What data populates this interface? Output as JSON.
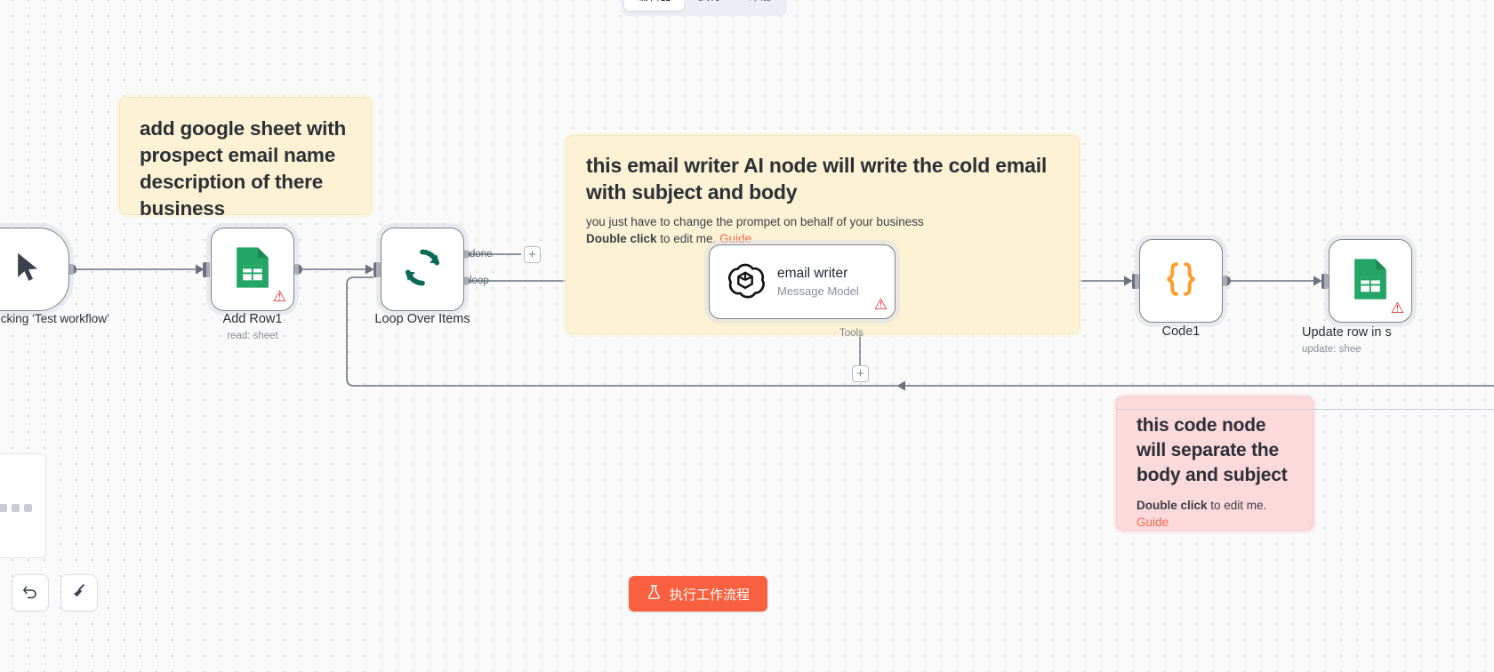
{
  "tabs": [
    {
      "label": "编辑器",
      "active": true
    },
    {
      "label": "执行",
      "active": false
    },
    {
      "label": "评估",
      "active": false
    }
  ],
  "notes": {
    "sheet": {
      "title": "add google sheet with prospect email name description of there business"
    },
    "email": {
      "title": "this email writer AI node will write the cold email with subject and body",
      "subtitle": "you just have to change the prompet on behalf of your business",
      "edit_bold": "Double click",
      "edit_rest": " to edit me. ",
      "guide": "Guide"
    },
    "code": {
      "title": "this code node will separate the body and subject",
      "edit_bold": "Double click",
      "edit_rest": " to edit me. ",
      "guide": "Guide"
    }
  },
  "nodes": {
    "trigger": {
      "label": "When clicking ‘Test workflow’",
      "icon": "cursor-pointer-icon"
    },
    "add_row": {
      "label": "Add Row1",
      "sublabel": "read: sheet",
      "icon": "google-sheets-icon",
      "warning": "⚠"
    },
    "loop": {
      "label": "Loop Over Items",
      "icon": "loop-refresh-icon"
    },
    "email_writer": {
      "label": "email writer",
      "sublabel": "Message Model",
      "icon": "openai-icon",
      "warning": "⚠"
    },
    "code1": {
      "label": "Code1",
      "icon": "curly-braces-icon"
    },
    "update_row": {
      "label": "Update row in s",
      "sublabel": "update: shee",
      "icon": "google-sheets-icon",
      "warning": "⚠"
    }
  },
  "ports": {
    "done": "done",
    "loop": "loop",
    "tools": "Tools",
    "plus": "+"
  },
  "toolbar": {
    "undo_icon": "undo-arrow-icon",
    "tidy_icon": "broom-tidy-icon",
    "execute_label": "执行工作流程",
    "execute_icon": "flask-icon"
  },
  "colors": {
    "accent": "#f9603f",
    "note_yellow": "#fdf3d4",
    "note_pink": "#fcd9da",
    "link": "#f2694a",
    "sheets_green": "#23a566",
    "code_orange": "#ff9c27",
    "loop_teal": "#0b6b58",
    "warning_red": "#e02a2a"
  }
}
